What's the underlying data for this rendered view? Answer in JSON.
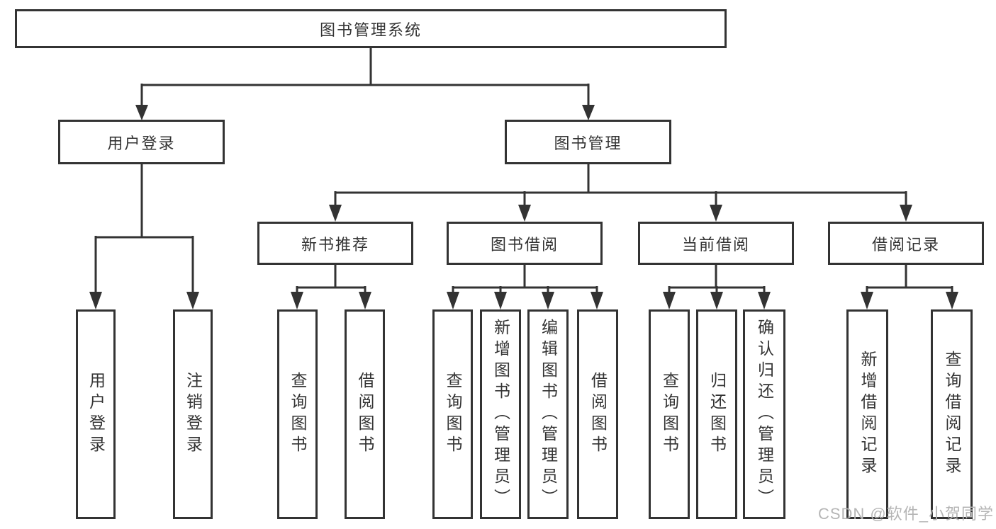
{
  "diagram": {
    "title": "图书管理系统",
    "nodes": {
      "root": "图书管理系统",
      "user_login": "用户登录",
      "book_mgmt": "图书管理",
      "new_book_rec": "新书推荐",
      "book_borrow": "图书借阅",
      "current_borrow": "当前借阅",
      "borrow_records": "借阅记录",
      "leaves": {
        "user_login_child": "用户登录",
        "logout": "注销登录",
        "nb_query": "查询图书",
        "nb_borrow": "借阅图书",
        "bb_query": "查询图书",
        "bb_add": "新增图书（管理员）",
        "bb_edit": "编辑图书（管理员）",
        "bb_borrow": "借阅图书",
        "cb_query": "查询图书",
        "cb_return": "归还图书",
        "cb_confirm": "确认归还（管理员）",
        "br_add": "新增借阅记录",
        "br_query": "查询借阅记录"
      }
    },
    "hierarchy": [
      {
        "parent": "图书管理系统",
        "children": [
          "用户登录",
          "图书管理"
        ]
      },
      {
        "parent": "用户登录",
        "children": [
          "用户登录",
          "注销登录"
        ]
      },
      {
        "parent": "图书管理",
        "children": [
          "新书推荐",
          "图书借阅",
          "当前借阅",
          "借阅记录"
        ]
      },
      {
        "parent": "新书推荐",
        "children": [
          "查询图书",
          "借阅图书"
        ]
      },
      {
        "parent": "图书借阅",
        "children": [
          "查询图书",
          "新增图书（管理员）",
          "编辑图书（管理员）",
          "借阅图书"
        ]
      },
      {
        "parent": "当前借阅",
        "children": [
          "查询图书",
          "归还图书",
          "确认归还（管理员）"
        ]
      },
      {
        "parent": "借阅记录",
        "children": [
          "新增借阅记录",
          "查询借阅记录"
        ]
      }
    ],
    "colors": {
      "line": "#333333",
      "box_border": "#333333",
      "text": "#333333",
      "background": "#ffffff",
      "watermark": "#b5b5b5"
    }
  },
  "watermark": "CSDN @软件_小贺同学"
}
